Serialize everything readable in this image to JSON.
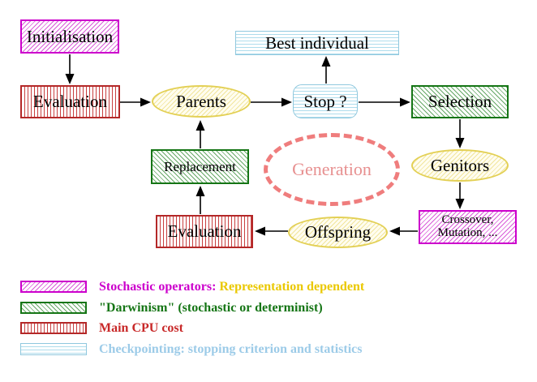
{
  "diagram": {
    "title_implicit": "Evolutionary algorithm loop",
    "nodes": {
      "initialisation": {
        "label": "Initialisation",
        "style": "magenta-diagonal-hatch"
      },
      "evaluation_top": {
        "label": "Evaluation",
        "style": "red-vertical-stripes"
      },
      "parents": {
        "label": "Parents",
        "style": "yellow-diagonal-hatch-ellipse"
      },
      "best_individual": {
        "label": "Best individual",
        "style": "cyan-horizontal-stripes"
      },
      "stop": {
        "label": "Stop ?",
        "style": "cyan-horizontal-stripes-rounded"
      },
      "selection": {
        "label": "Selection",
        "style": "green-diagonal-hatch"
      },
      "replacement": {
        "label": "Replacement",
        "style": "green-diagonal-hatch"
      },
      "generation": {
        "label": "Generation",
        "style": "pink-dashed-ellipse"
      },
      "genitors": {
        "label": "Genitors",
        "style": "yellow-diagonal-hatch-ellipse"
      },
      "crossover": {
        "label_line1": "Crossover,",
        "label_line2": "Mutation, ...",
        "style": "magenta-diagonal-hatch"
      },
      "offspring": {
        "label": "Offspring",
        "style": "yellow-diagonal-hatch-ellipse"
      },
      "evaluation_bottom": {
        "label": "Evaluation",
        "style": "red-vertical-stripes"
      }
    },
    "connections": [
      "initialisation -> evaluation_top",
      "evaluation_top -> parents",
      "parents -> stop",
      "stop -> best_individual",
      "stop -> selection",
      "selection -> genitors",
      "genitors -> crossover",
      "crossover -> offspring",
      "offspring -> evaluation_bottom",
      "evaluation_bottom -> replacement",
      "replacement -> parents"
    ],
    "legend": {
      "items": [
        {
          "swatch": "magenta-diagonal-hatch",
          "text": "Stochastic operators:",
          "text2": " Representation dependent",
          "text_color": "#cc00cc",
          "text2_color": "#eac800"
        },
        {
          "swatch": "green-diagonal-hatch",
          "text": "\"Darwinism\" (stochastic or determinist)",
          "text_color": "#157515"
        },
        {
          "swatch": "red-vertical-stripes",
          "text": "Main CPU cost",
          "text_color": "#c82828"
        },
        {
          "swatch": "cyan-horizontal-stripes",
          "text": "Checkpointing: stopping criterion and statistics",
          "text_color": "#9ccbe8"
        }
      ]
    },
    "colors": {
      "magenta_border": "#cc00cc",
      "magenta_hatch": "#d95cd9",
      "red_border": "#b42828",
      "red_stripe": "#c84040",
      "green_border": "#157515",
      "green_hatch": "#66a866",
      "cyan_border": "#90c8de",
      "cyan_stripe": "#aedcec",
      "yellow_border": "#e3d055",
      "yellow_hatch": "#f1e59c",
      "generation_pink": "#ef7d7d",
      "arrow_black": "#000000"
    }
  }
}
